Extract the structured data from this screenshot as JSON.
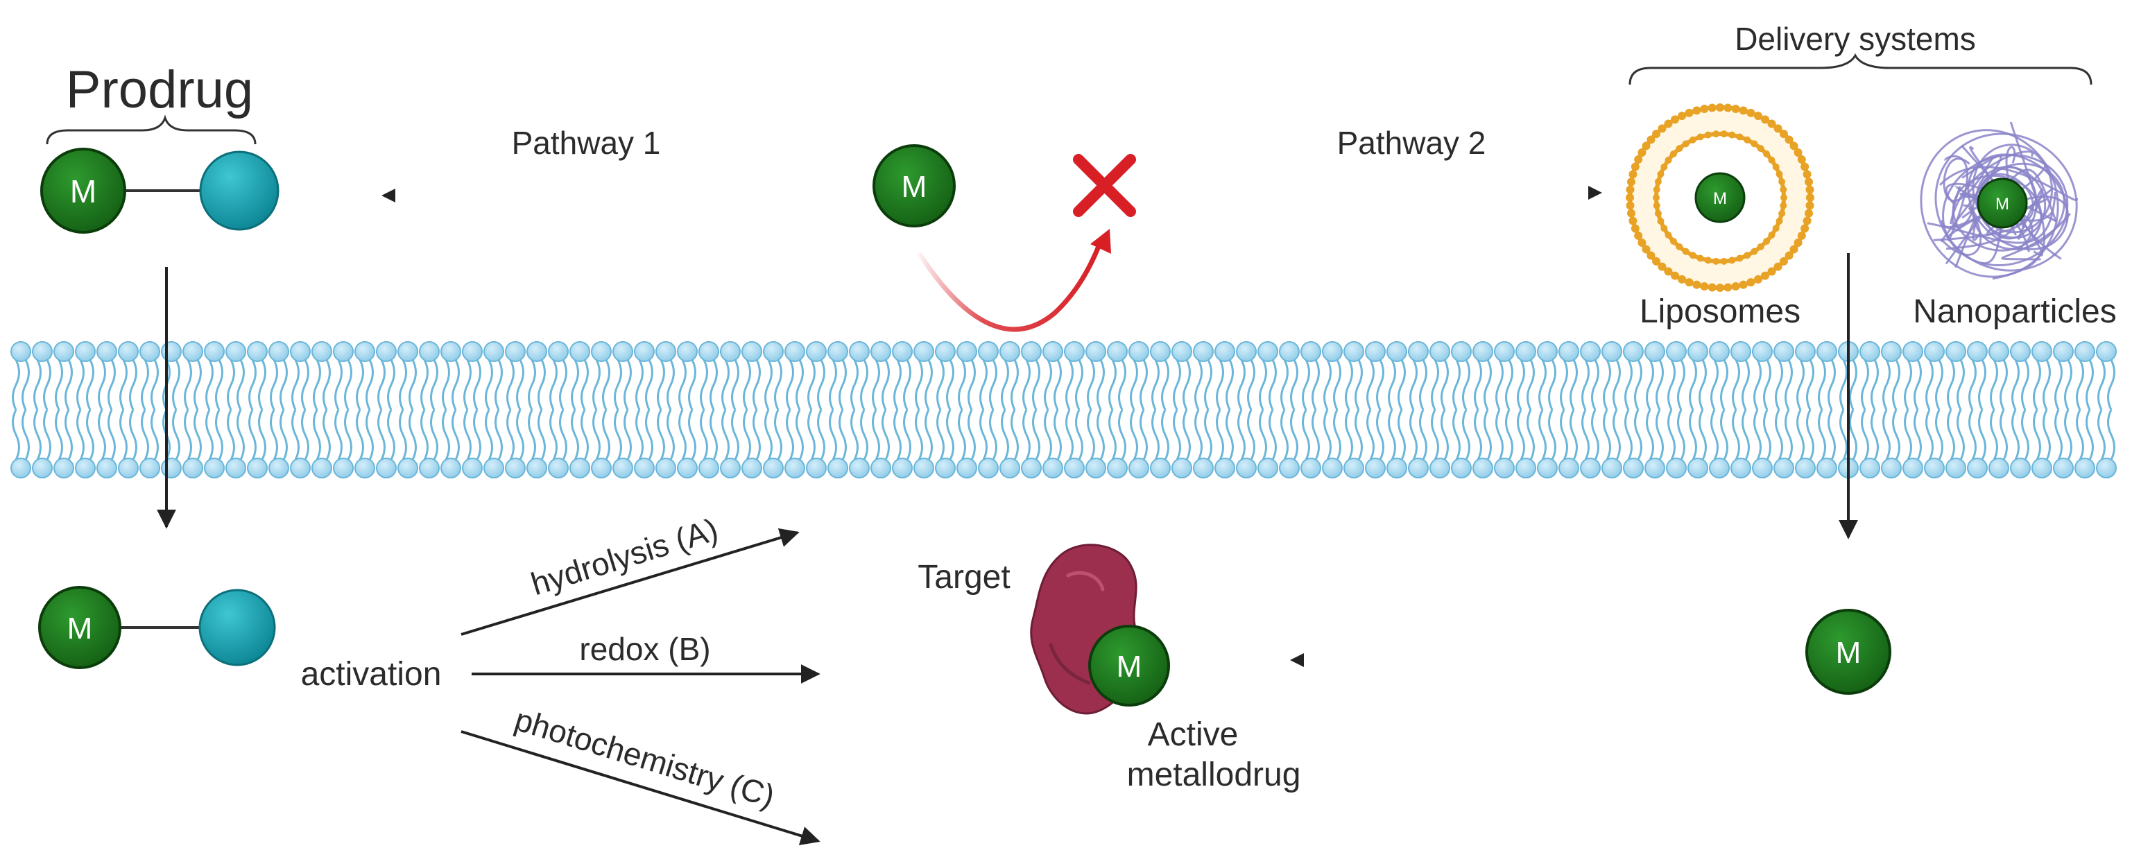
{
  "labels": {
    "prodrug": "Prodrug",
    "pathway1": "Pathway 1",
    "pathway2": "Pathway 2",
    "delivery_systems": "Delivery systems",
    "liposomes": "Liposomes",
    "nanoparticles": "Nanoparticles",
    "activation": "activation",
    "hydrolysis": "hydrolysis (A)",
    "redox": "redox (B)",
    "photochemistry": "photochemistry (C)",
    "target": "Target",
    "active_line1": "Active",
    "active_line2": "metallodrug",
    "metal": "M"
  },
  "colors": {
    "metal_green": "#1e7a1e",
    "metal_stroke": "#0b3d0b",
    "ligand_teal": "#17a3b3",
    "membrane_head": "#a7d8ef",
    "membrane_tail": "#6bb6d9",
    "liposome_orange": "#e8a326",
    "nanoparticle_purple": "#8a84c9",
    "block_red": "#d81f26",
    "protein_maroon": "#9c2f4e",
    "arrow": "#222222"
  },
  "icons": {
    "block": "x-mark-icon",
    "target": "protein-target-icon"
  }
}
